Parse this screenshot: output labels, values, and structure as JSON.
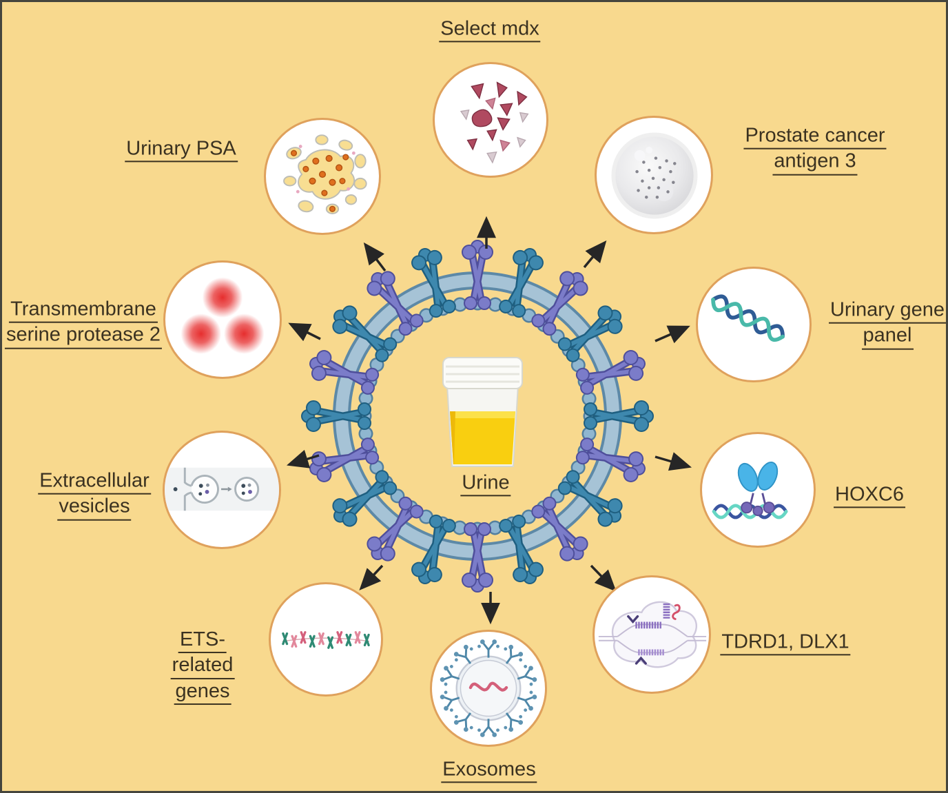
{
  "figure_type": "biomedical-diagram",
  "center": {
    "label": "Urine",
    "icon": "urine-cup-icon",
    "ring_icon": "cell-membrane-ring-icon"
  },
  "labels": {
    "select_mdx": {
      "lines": [
        "Select mdx"
      ]
    },
    "urinary_psa": {
      "lines": [
        "Urinary PSA"
      ]
    },
    "pca3": {
      "lines": [
        "Prostate cancer",
        "antigen 3"
      ]
    },
    "gene_panel": {
      "lines": [
        "Urinary gene",
        "panel"
      ]
    },
    "tmprss2": {
      "lines": [
        "Transmembrane",
        "serine protease 2"
      ]
    },
    "ev": {
      "lines": [
        "Extracellular",
        "vesicles"
      ]
    },
    "hoxc6": {
      "lines": [
        "HOXC6"
      ]
    },
    "ets": {
      "lines": [
        "ETS-",
        "related",
        "genes"
      ]
    },
    "exosomes": {
      "lines": [
        "Exosomes"
      ]
    },
    "tdrd1": {
      "lines": [
        "TDRD1, DLX1"
      ]
    }
  },
  "icons": {
    "select_mdx": "tissue-fragments-icon",
    "urinary_psa": "psa-cells-icon",
    "pca3": "cell-sphere-icon",
    "gene_panel": "dna-helix-icon",
    "tmprss2": "red-foci-icon",
    "ev": "vesicle-budding-icon",
    "hoxc6": "protein-dna-binding-icon",
    "ets": "chromosomes-icon",
    "exosomes": "exosome-icon",
    "tdrd1": "gene-expression-icon"
  },
  "colors": {
    "background": "#F8D98E",
    "frame": "#45453D",
    "node_fill": "#FFFFFF",
    "node_border": "#DFA15C",
    "label_text": "#3B3221",
    "arrow": "#262626",
    "membrane_blue": "#3E88AE",
    "membrane_purple": "#7B7CC9",
    "urine_yellow": "#F9CF10"
  }
}
